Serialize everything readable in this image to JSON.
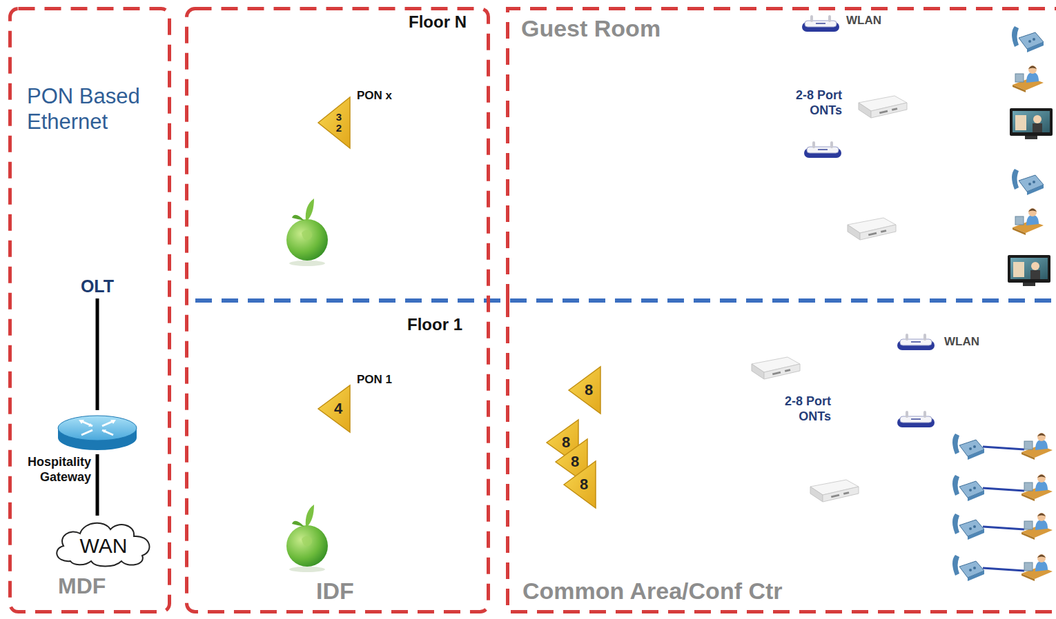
{
  "diagram": {
    "nodes": [
      {
        "text": [
          "PON Based Ethernet",
          "MDF"
        ]
      },
      {
        "text": [
          "OLT"
        ],
        "in": 0
      },
      {
        "text": [
          "Hospitality Gateway"
        ],
        "in": 0
      },
      {
        "text": [
          "WAN"
        ],
        "in": 0
      },
      {
        "text": [
          "IDF"
        ]
      },
      {
        "text": [
          "32"
        ],
        "in": 4
      },
      {
        "text": [
          "4"
        ],
        "in": 4
      },
      {
        "text": [
          "Guest Room"
        ]
      },
      {
        "text": [
          "Common Area/Conf Ctr"
        ]
      },
      {
        "text": [
          "8"
        ],
        "in": 8
      },
      {
        "text": [
          "8"
        ],
        "in": 8
      },
      {
        "text": [
          "8"
        ],
        "in": 8
      },
      {
        "text": [
          "8"
        ],
        "in": 8
      }
    ],
    "edges": [
      {
        "from": 1,
        "to": 2,
        "arrow": "none"
      },
      {
        "from": 2,
        "to": 3,
        "arrow": "none"
      }
    ],
    "labels": [
      "Floor N",
      "PON x",
      "Floor 1",
      "PON 1",
      "WLAN",
      "2-8 Port ONTs",
      "WLAN",
      "2-8 Port ONTs"
    ]
  }
}
